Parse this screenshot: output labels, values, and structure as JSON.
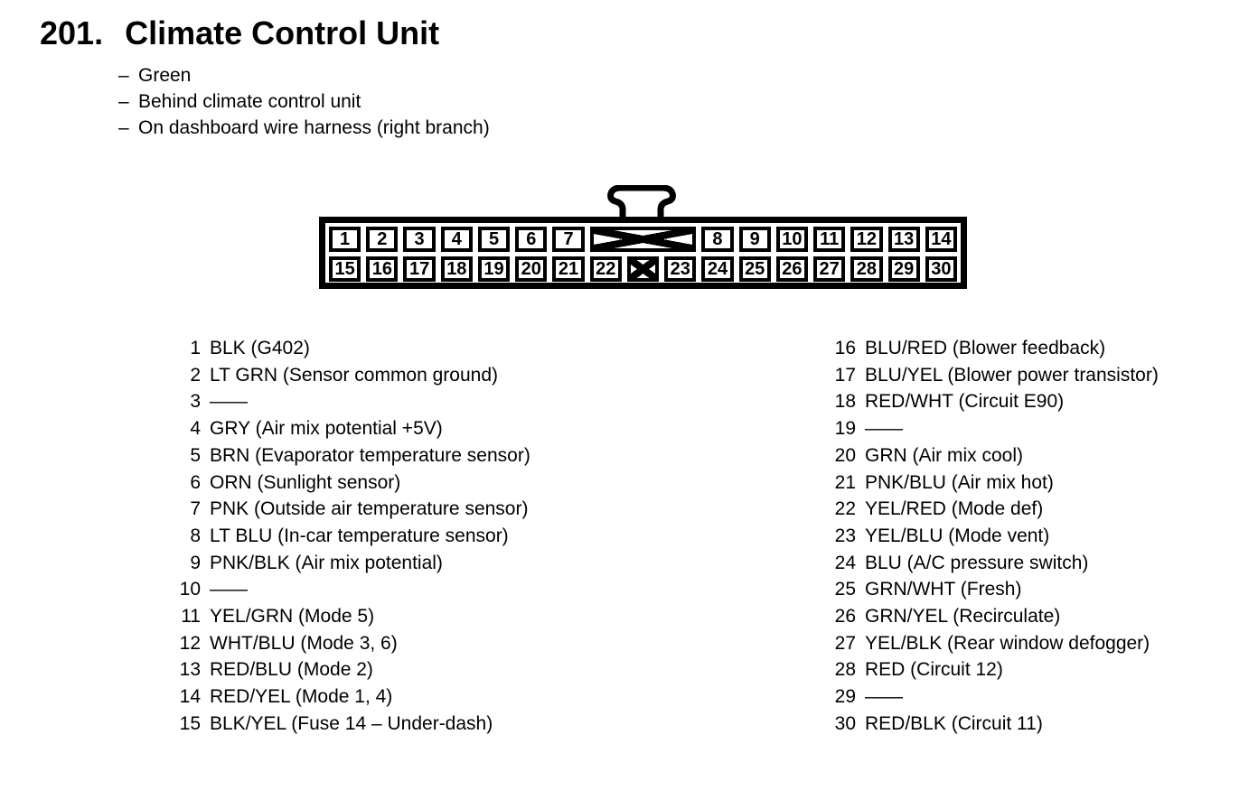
{
  "colors": {
    "ink": "#000000",
    "paper": "#ffffff"
  },
  "page": {
    "section_number": "201.",
    "title": "Climate Control Unit",
    "notes": [
      {
        "prefix": "–",
        "text": "Green"
      },
      {
        "prefix": "–",
        "text": "Behind climate control unit"
      },
      {
        "prefix": "–",
        "text": "On dashboard wire harness (right branch)"
      }
    ]
  },
  "connector": {
    "latch_icon": "connector-latch-tab",
    "blocked_icon": "x-cross",
    "top_row": {
      "left_pins": [
        "1",
        "2",
        "3",
        "4",
        "5",
        "6",
        "7"
      ],
      "blocked_span": 3,
      "right_pins": [
        "8",
        "9",
        "10",
        "11",
        "12",
        "13",
        "14"
      ]
    },
    "bottom_row": {
      "left_pins": [
        "15",
        "16",
        "17",
        "18",
        "19",
        "20",
        "21",
        "22"
      ],
      "blocked_span": 1,
      "right_pins": [
        "23",
        "24",
        "25",
        "26",
        "27",
        "28",
        "29",
        "30"
      ]
    }
  },
  "pin_list": {
    "left": [
      {
        "num": "1",
        "desc": "BLK (G402)"
      },
      {
        "num": "2",
        "desc": "LT GRN (Sensor common ground)"
      },
      {
        "num": "3",
        "desc": "——"
      },
      {
        "num": "4",
        "desc": "GRY (Air mix potential +5V)"
      },
      {
        "num": "5",
        "desc": "BRN (Evaporator temperature sensor)"
      },
      {
        "num": "6",
        "desc": "ORN (Sunlight sensor)"
      },
      {
        "num": "7",
        "desc": "PNK (Outside air temperature sensor)"
      },
      {
        "num": "8",
        "desc": "LT BLU (In-car temperature sensor)"
      },
      {
        "num": "9",
        "desc": "PNK/BLK (Air mix potential)"
      },
      {
        "num": "10",
        "desc": "——"
      },
      {
        "num": "11",
        "desc": "YEL/GRN (Mode 5)"
      },
      {
        "num": "12",
        "desc": "WHT/BLU (Mode 3, 6)"
      },
      {
        "num": "13",
        "desc": "RED/BLU (Mode 2)"
      },
      {
        "num": "14",
        "desc": "RED/YEL (Mode 1, 4)"
      },
      {
        "num": "15",
        "desc": "BLK/YEL (Fuse 14 – Under-dash)"
      }
    ],
    "right": [
      {
        "num": "16",
        "desc": "BLU/RED (Blower feedback)"
      },
      {
        "num": "17",
        "desc": "BLU/YEL (Blower power transistor)"
      },
      {
        "num": "18",
        "desc": "RED/WHT (Circuit E90)"
      },
      {
        "num": "19",
        "desc": "——"
      },
      {
        "num": "20",
        "desc": "GRN (Air mix cool)"
      },
      {
        "num": "21",
        "desc": "PNK/BLU (Air mix hot)"
      },
      {
        "num": "22",
        "desc": "YEL/RED (Mode def)"
      },
      {
        "num": "23",
        "desc": "YEL/BLU (Mode vent)"
      },
      {
        "num": "24",
        "desc": "BLU (A/C pressure switch)"
      },
      {
        "num": "25",
        "desc": "GRN/WHT (Fresh)"
      },
      {
        "num": "26",
        "desc": "GRN/YEL (Recirculate)"
      },
      {
        "num": "27",
        "desc": "YEL/BLK (Rear window defogger)"
      },
      {
        "num": "28",
        "desc": "RED (Circuit 12)"
      },
      {
        "num": "29",
        "desc": "——"
      },
      {
        "num": "30",
        "desc": "RED/BLK (Circuit 11)"
      }
    ]
  }
}
